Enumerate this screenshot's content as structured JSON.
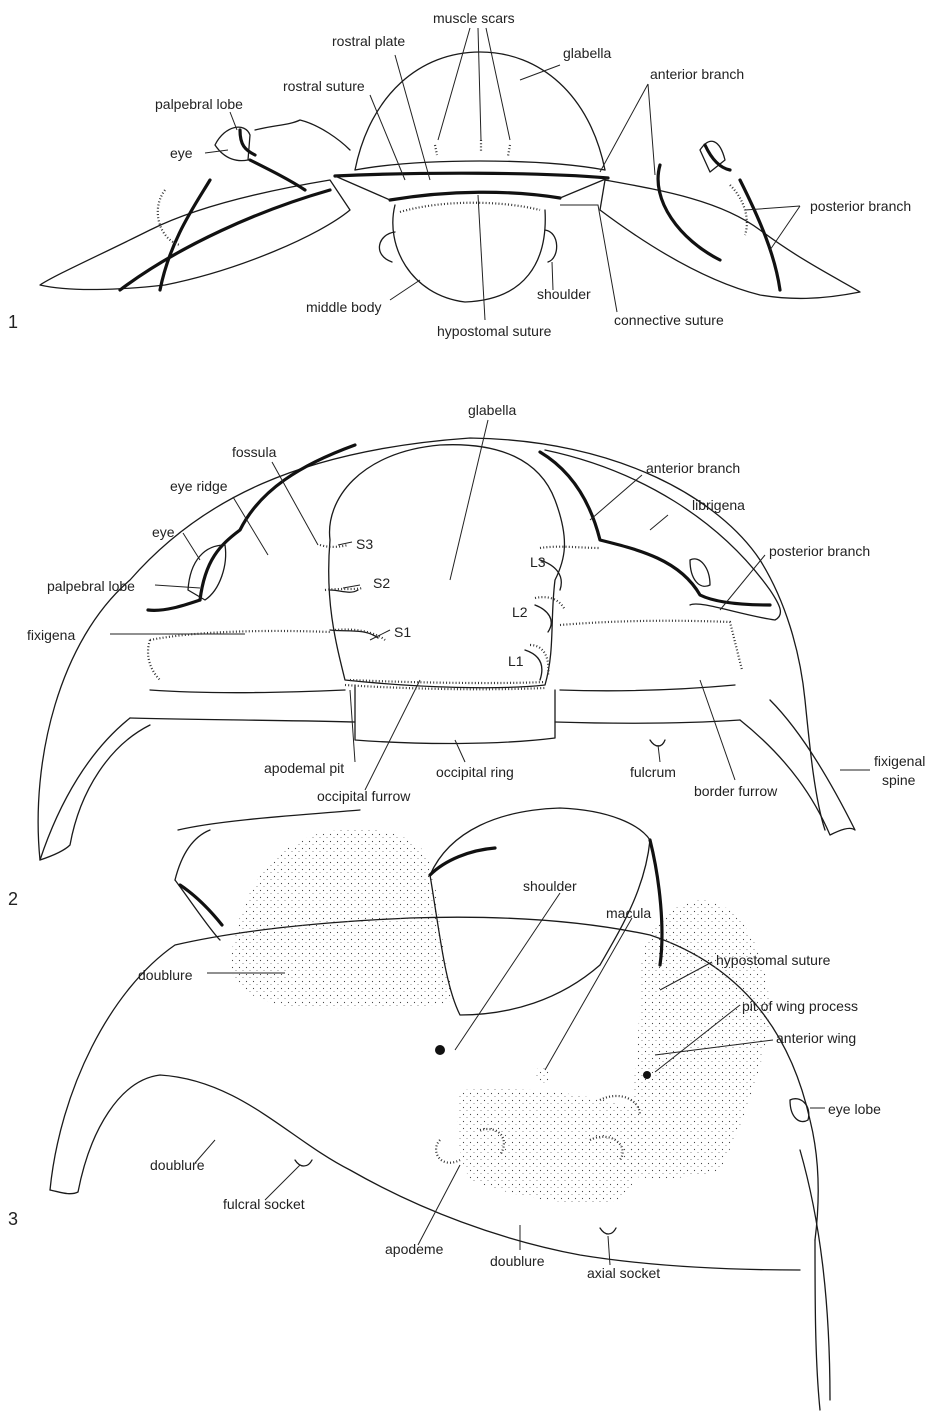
{
  "panels": [
    {
      "number": "1",
      "labels": {
        "muscle_scars": "muscle scars",
        "rostral_plate": "rostral plate",
        "glabella": "glabella",
        "anterior_branch": "anterior branch",
        "rostral_suture": "rostral suture",
        "palpebral_lobe": "palpebral lobe",
        "eye": "eye",
        "posterior_branch": "posterior branch",
        "shoulder": "shoulder",
        "middle_body": "middle body",
        "connective_suture": "connective suture",
        "hypostomal_suture": "hypostomal suture"
      }
    },
    {
      "number": "2",
      "labels": {
        "glabella": "glabella",
        "fossula": "fossula",
        "anterior_branch": "anterior branch",
        "eye_ridge": "eye ridge",
        "librigena": "librigena",
        "eye": "eye",
        "s3": "S3",
        "l3": "L3",
        "posterior_branch": "posterior branch",
        "s2": "S2",
        "palpebral_lobe": "palpebral lobe",
        "l2": "L2",
        "s1": "S1",
        "fixigena": "fixigena",
        "l1": "L1",
        "fixigenal_spine_1": "fixigenal",
        "fixigenal_spine_2": "spine",
        "apodemal_pit": "apodemal pit",
        "occipital_ring": "occipital ring",
        "fulcrum": "fulcrum",
        "border_furrow": "border furrow",
        "occipital_furrow": "occipital furrow"
      }
    },
    {
      "number": "3",
      "labels": {
        "shoulder": "shoulder",
        "macula": "macula",
        "doublure_top": "doublure",
        "hypostomal_suture": "hypostomal suture",
        "pit_of_wing_process": "pit of wing process",
        "anterior_wing": "anterior wing",
        "eye_lobe": "eye lobe",
        "doublure_left": "doublure",
        "fulcral_socket": "fulcral socket",
        "apodeme": "apodeme",
        "doublure_bottom": "doublure",
        "axial_socket": "axial socket"
      }
    }
  ]
}
